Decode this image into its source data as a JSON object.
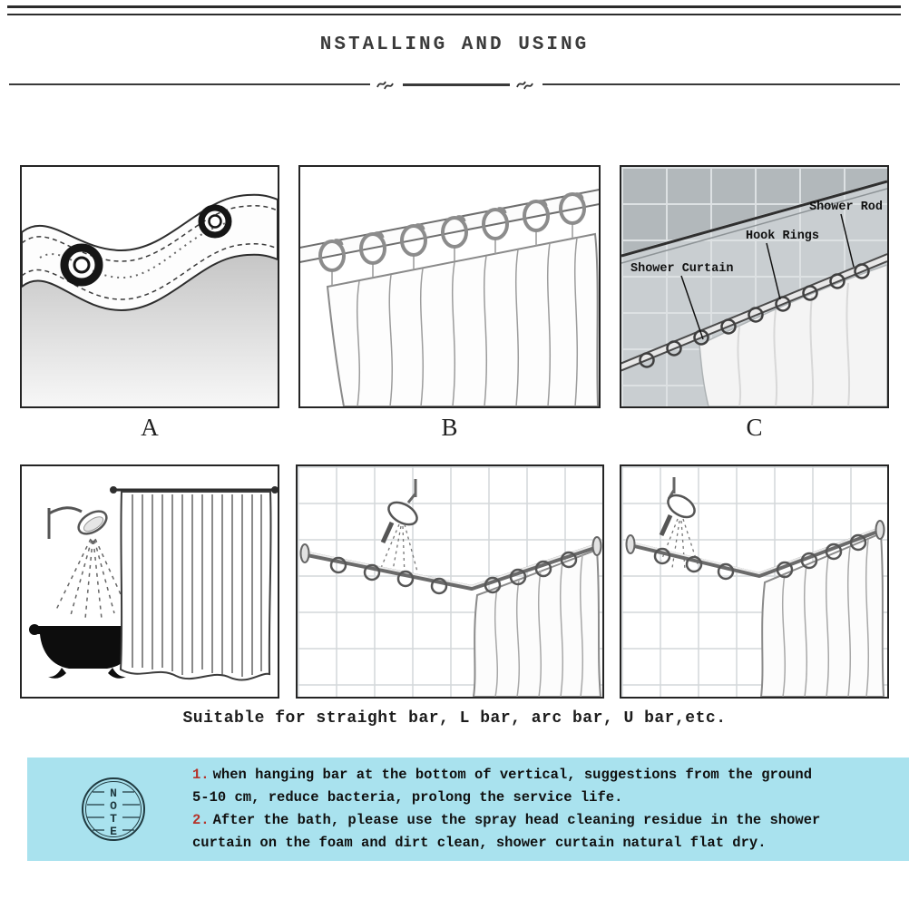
{
  "header": {
    "title": "NSTALLING AND USING"
  },
  "panel_labels": {
    "a": "A",
    "b": "B",
    "c": "C"
  },
  "panel_c": {
    "shower_rod": "Shower Rod",
    "hook_rings": "Hook Rings",
    "shower_curtain": "Shower Curtain"
  },
  "suitable_text": "Suitable for straight bar, L bar, arc bar, U bar,etc.",
  "note": {
    "stamp": [
      "N",
      "O",
      "T",
      "E"
    ],
    "items": [
      {
        "number": "1.",
        "text": "when hanging bar at the bottom of vertical, suggestions from the ground 5-10 cm, reduce bacteria, prolong the service life."
      },
      {
        "number": "2.",
        "text": "After the bath, please use the spray head cleaning residue in the shower curtain on the foam and dirt clean, shower curtain natural flat dry."
      }
    ]
  },
  "colors": {
    "note_background": "#a9e2ee",
    "note_number": "#b5332a",
    "ink": "#2f2f2f",
    "tile_gray": "#c9ced1"
  }
}
